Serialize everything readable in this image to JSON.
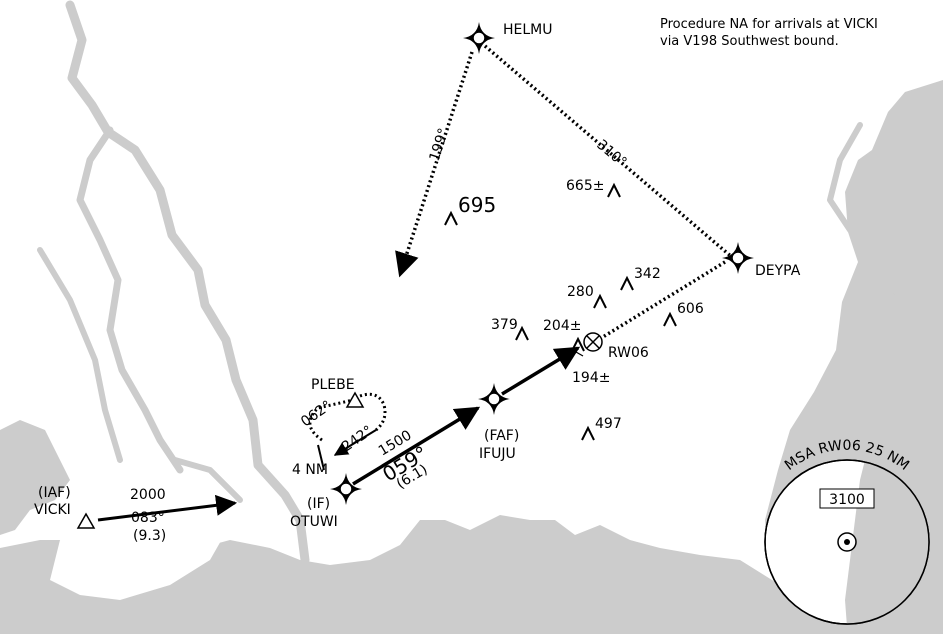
{
  "note_line1": "Procedure NA for arrivals at VICKI",
  "note_line2": "via V198 Southwest bound.",
  "fixes": {
    "helmu": "HELMU",
    "deypa": "DEYPA",
    "vicki_role": "(IAF)",
    "vicki": "VICKI",
    "otuwi_role": "(IF)",
    "otuwi": "OTUWI",
    "ifuju_role": "(FAF)",
    "ifuju": "IFUJU",
    "plebe": "PLEBE",
    "runway": "RW06"
  },
  "legs": {
    "helmu_outbound_course": "199°",
    "helmu_inbound_course": "310°",
    "initial_altitude": "2000",
    "initial_course": "083°",
    "initial_distance": "(9.3)",
    "final_altitude": "1500",
    "final_course": "059°",
    "final_distance": "(6.1)",
    "hold_inbound": "062°",
    "hold_outbound": "242°",
    "hold_leg": "4 NM"
  },
  "obstacles": {
    "o695": "695",
    "o665": "665±",
    "o342": "342",
    "o280": "280",
    "o606": "606",
    "o379": "379",
    "o204": "204±",
    "o194": "194±",
    "o497": "497"
  },
  "msa": {
    "title": "MSA RW06 25 NM",
    "altitude": "3100"
  },
  "colors": {
    "land": "#cccccc",
    "water": "#ffffff",
    "ink": "#000000"
  }
}
